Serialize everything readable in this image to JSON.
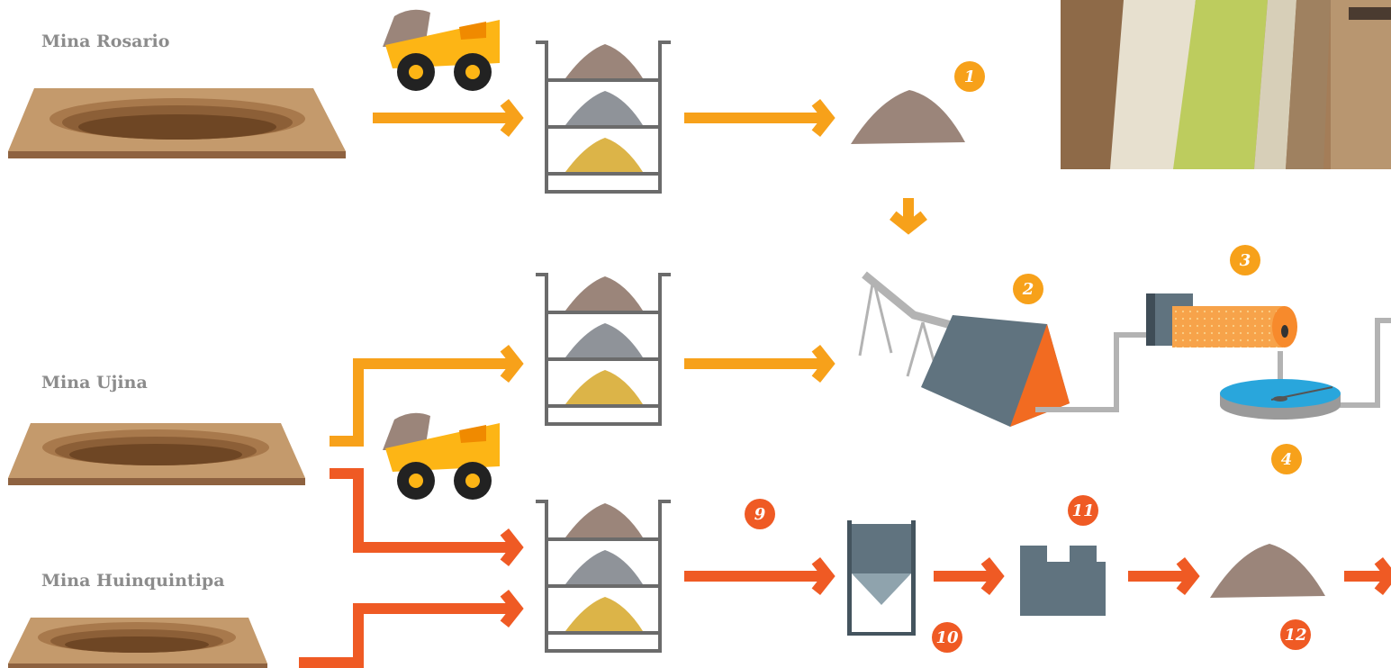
{
  "mines": {
    "rosario": "Mina Rosario",
    "ujina": "Mina Ujina",
    "huinquintipa": "Mina Huinquintipa"
  },
  "steps": {
    "s1": "1",
    "s2": "2",
    "s3": "3",
    "s4": "4",
    "s9": "9",
    "s10": "10",
    "s11": "11",
    "s12": "12"
  },
  "colors": {
    "arrow_light": "#f7a11a",
    "arrow_dark": "#ef5a24",
    "ground": "#c49a6c",
    "pile_brown": "#9b857a",
    "pile_gray": "#8f9399",
    "pile_gold": "#dcb448",
    "machine_slate": "#60737f",
    "truck_yellow": "#fdb515",
    "disc_blue": "#29a6dc",
    "mill_orange": "#f7a34a",
    "pipe_gray": "#b3b3b3",
    "rack_gray": "#6b6b6b"
  },
  "icons": [
    "open-pit-icon",
    "haul-truck-icon",
    "stockpile-rack-icon",
    "ore-pile-icon",
    "conveyor-icon",
    "crusher-icon",
    "ball-mill-icon",
    "flotation-disc-icon",
    "hopper-icon",
    "press-block-icon"
  ]
}
